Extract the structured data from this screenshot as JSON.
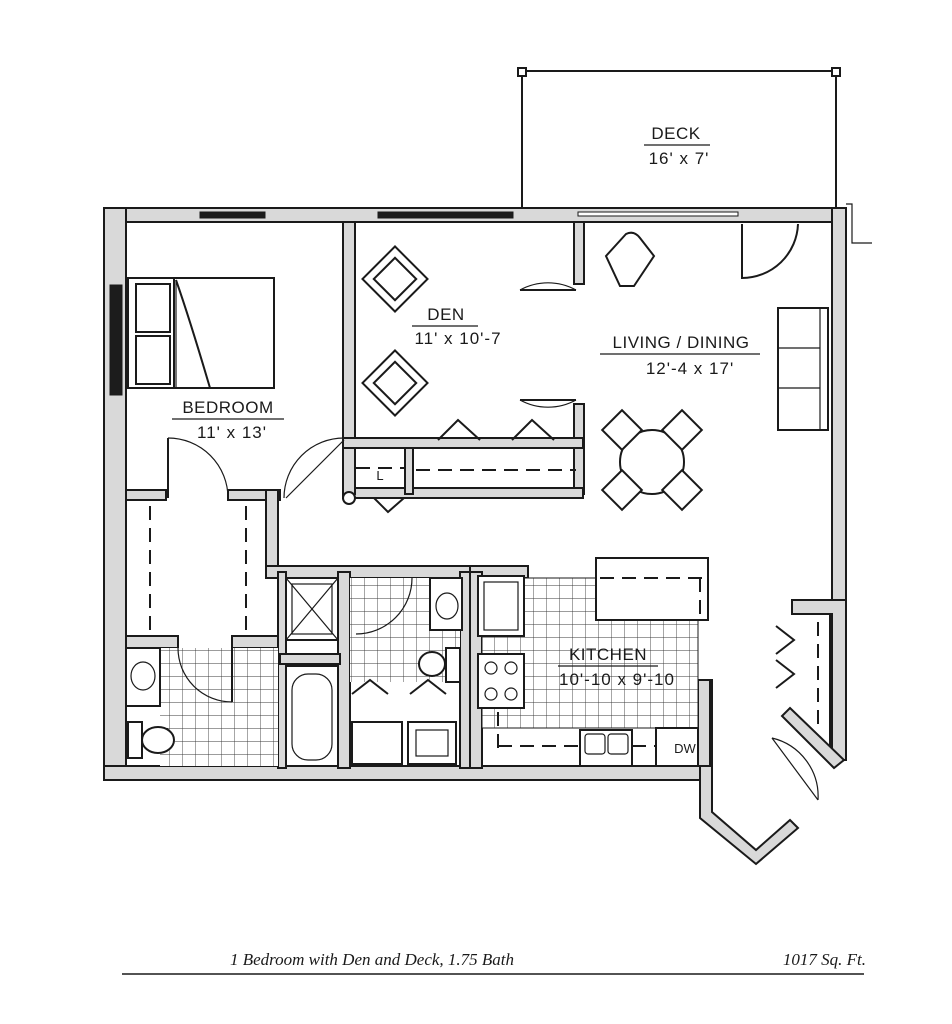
{
  "rooms": {
    "deck": {
      "name": "DECK",
      "dimensions": "16' x 7'"
    },
    "den": {
      "name": "DEN",
      "dimensions": "11' x 10'-7"
    },
    "living": {
      "name": "LIVING / DINING",
      "dimensions": "12'-4 x 17'"
    },
    "bedroom": {
      "name": "BEDROOM",
      "dimensions": "11' x 13'"
    },
    "kitchen": {
      "name": "KITCHEN",
      "dimensions": "10'-10 x 9'-10"
    }
  },
  "fixture_labels": {
    "linen": "L",
    "dishwasher": "DW"
  },
  "caption": {
    "description": "1 Bedroom with Den and Deck, 1.75 Bath",
    "area": "1017 Sq. Ft."
  }
}
